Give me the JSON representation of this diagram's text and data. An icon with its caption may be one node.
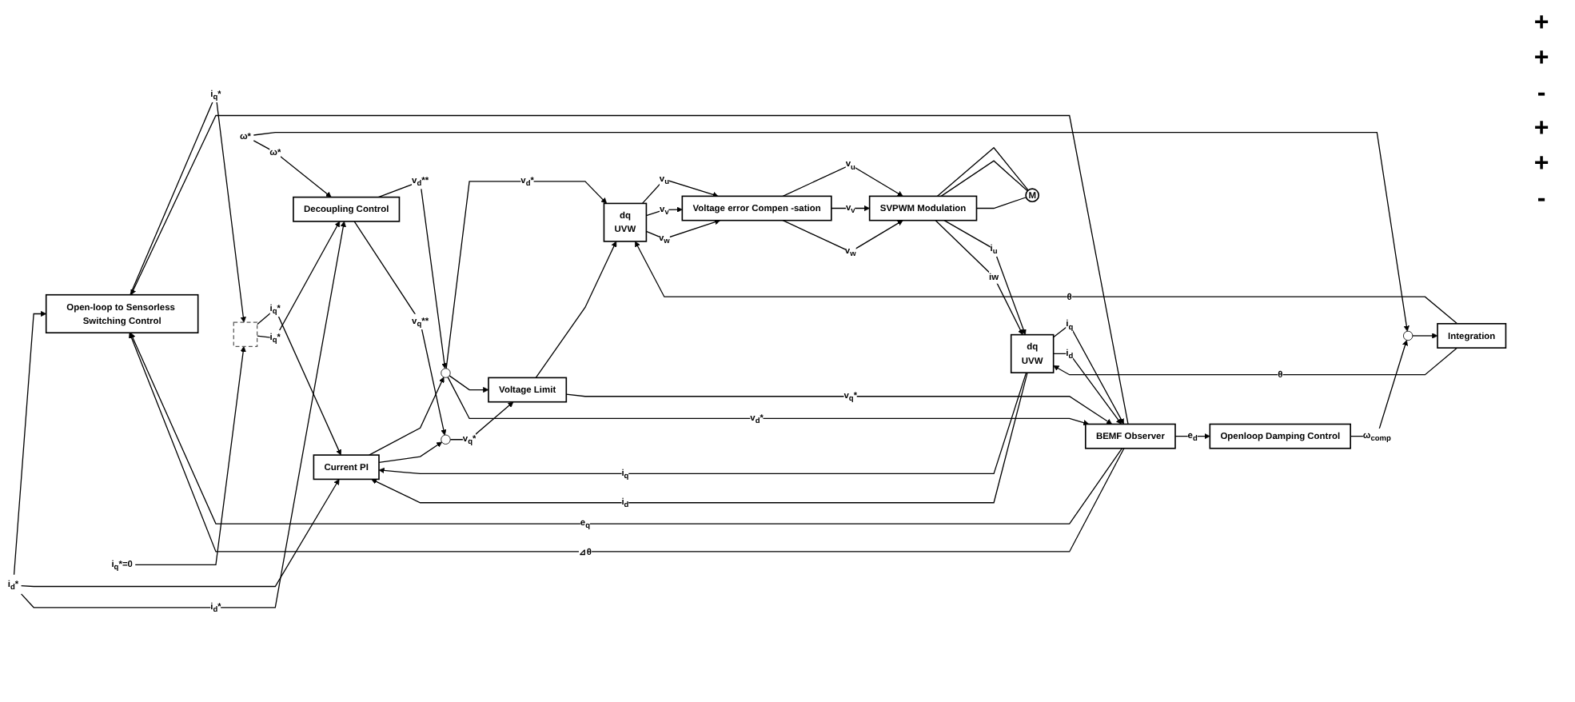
{
  "diagram": {
    "nodes": [
      {
        "text": [
          "i$_{d}$*"
        ]
      },
      {
        "text": [
          "Open-loop to Sensorless Switching Control"
        ]
      },
      {
        "text": [
          "i$_{q}$*=0"
        ]
      },
      {
        "text": [],
        "shape": "box"
      },
      {
        "text": [
          "Current PI"
        ]
      },
      {
        "text": [],
        "shape": "circle"
      },
      {
        "text": [],
        "shape": "circle"
      },
      {
        "text": [
          "Voltage Limit"
        ]
      },
      {
        "text": [
          "dq",
          "UVW"
        ]
      },
      {
        "text": [
          "Voltage error Compen -sation"
        ]
      },
      {
        "text": [
          "SVPWM Modulation"
        ]
      },
      {
        "text": [
          "M"
        ]
      },
      {
        "text": [
          "Decoupling Control"
        ]
      },
      {
        "text": [
          "Integration"
        ]
      },
      {
        "text": [
          "dq",
          "UVW"
        ]
      },
      {
        "text": [
          "ω*"
        ]
      },
      {
        "text": [],
        "shape": "circle"
      },
      {
        "text": [
          "Openloop Damping Control"
        ]
      },
      {
        "text": [
          "BEMF Observer"
        ]
      }
    ],
    "edges": [
      {
        "from": 0,
        "to": 1,
        "arrow": "to"
      },
      {
        "from": 0,
        "to": 4,
        "arrow": "to"
      },
      {
        "from": 0,
        "to": 12,
        "arrow": "to",
        "label": "i$_{d}$*"
      },
      {
        "from": 2,
        "to": 3,
        "arrow": "to"
      },
      {
        "from": 1,
        "to": 3,
        "arrow": "to",
        "label": "i$_{q}$*"
      },
      {
        "from": 3,
        "to": 4,
        "arrow": "to",
        "label": "i$_{q}$*"
      },
      {
        "from": 3,
        "to": 12,
        "arrow": "to",
        "label": "i$_{q}$*"
      },
      {
        "from": 4,
        "to": 5,
        "arrow": "to"
      },
      {
        "from": 4,
        "to": 6,
        "arrow": "to"
      },
      {
        "from": 12,
        "to": 5,
        "arrow": "to",
        "label": "v$_{d}$**"
      },
      {
        "from": 12,
        "to": 6,
        "arrow": "to",
        "label": "v$_{q}$**"
      },
      {
        "from": 5,
        "to": 8,
        "arrow": "to",
        "label": "v$_{d}$*"
      },
      {
        "from": 5,
        "to": 7,
        "arrow": "to"
      },
      {
        "from": 5,
        "to": 18,
        "arrow": "to",
        "label": "v$_{d}$*"
      },
      {
        "from": 6,
        "to": 7,
        "arrow": "to",
        "label": "v$_{q}$*"
      },
      {
        "from": 7,
        "to": 8,
        "arrow": "to"
      },
      {
        "from": 7,
        "to": 18,
        "arrow": "to",
        "label": "v$_{q}$*"
      },
      {
        "from": 8,
        "to": 9,
        "arrow": "to",
        "label": "v$_{u}$"
      },
      {
        "from": 8,
        "to": 9,
        "arrow": "to",
        "label": "v$_{v}$"
      },
      {
        "from": 8,
        "to": 9,
        "arrow": "to",
        "label": "v$_{w}$"
      },
      {
        "from": 9,
        "to": 10,
        "arrow": "to",
        "label": "v$_{u}$"
      },
      {
        "from": 9,
        "to": 10,
        "arrow": "to",
        "label": "v$_{v}$"
      },
      {
        "from": 9,
        "to": 10,
        "arrow": "to",
        "label": "v$_{w}$"
      },
      {
        "from": 10,
        "to": 11,
        "arrow": "none"
      },
      {
        "from": 10,
        "to": 11,
        "arrow": "none"
      },
      {
        "from": 10,
        "to": 11,
        "arrow": "none"
      },
      {
        "from": 10,
        "to": 14,
        "arrow": "to",
        "label": "i$_{u}$"
      },
      {
        "from": 10,
        "to": 14,
        "arrow": "to",
        "label": "iw"
      },
      {
        "from": 13,
        "to": 8,
        "arrow": "to",
        "label": "θ"
      },
      {
        "from": 13,
        "to": 14,
        "arrow": "to",
        "label": "θ"
      },
      {
        "from": 14,
        "to": 4,
        "arrow": "to",
        "label": "i$_{q}$"
      },
      {
        "from": 14,
        "to": 4,
        "arrow": "to",
        "label": "i$_{d}$"
      },
      {
        "from": 14,
        "to": 18,
        "arrow": "to",
        "label": "i$_{q}$"
      },
      {
        "from": 14,
        "to": 18,
        "arrow": "to",
        "label": "i$_{d}$"
      },
      {
        "from": 15,
        "to": 16,
        "arrow": "to"
      },
      {
        "from": 15,
        "to": 12,
        "arrow": "to",
        "label": "ω*"
      },
      {
        "from": 17,
        "to": 16,
        "arrow": "to",
        "label": "ω$_{comp}$"
      },
      {
        "from": 16,
        "to": 13,
        "arrow": "to"
      },
      {
        "from": 18,
        "to": 17,
        "arrow": "to",
        "label": "e$_{d}$"
      },
      {
        "from": 18,
        "to": 1,
        "arrow": "to"
      },
      {
        "from": 18,
        "to": 1,
        "arrow": "to",
        "label": "e$_{q}$"
      },
      {
        "from": 18,
        "to": 1,
        "arrow": "to",
        "label": "⊿θ"
      }
    ],
    "labels": [
      "+",
      "+",
      "-",
      "+",
      "+",
      "-"
    ]
  }
}
